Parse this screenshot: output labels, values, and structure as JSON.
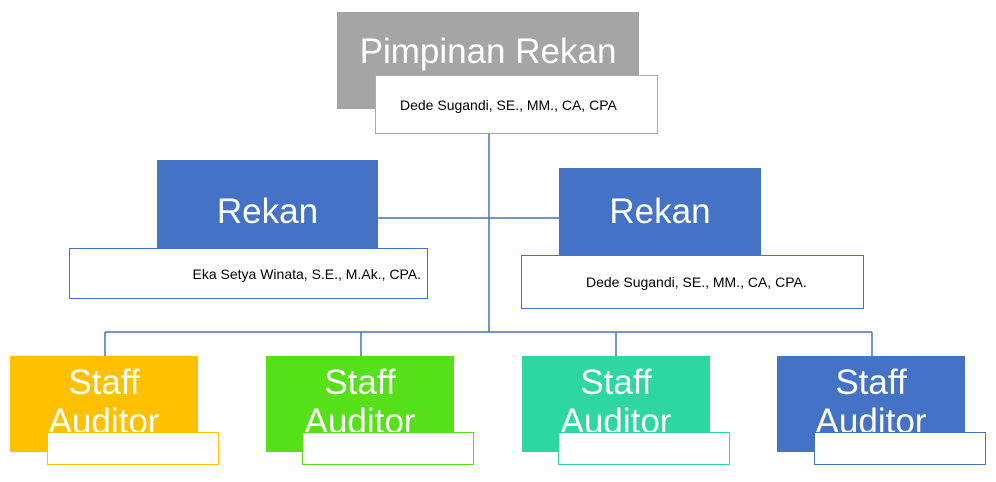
{
  "top": {
    "title": "Pimpinan Rekan",
    "name": "Dede Sugandi,  SE., MM., CA, CPA"
  },
  "partners": [
    {
      "title": "Rekan",
      "name": "Eka Setya Winata, S.E., M.Ak.,  CPA."
    },
    {
      "title": "Rekan",
      "name": "Dede Sugandi,  SE., MM., CA, CPA."
    }
  ],
  "staff": [
    {
      "title_line1": "Staff",
      "title_line2": "Auditor",
      "name": ""
    },
    {
      "title_line1": "Staff",
      "title_line2": "Auditor",
      "name": ""
    },
    {
      "title_line1": "Staff",
      "title_line2": "Auditor",
      "name": ""
    },
    {
      "title_line1": "Staff",
      "title_line2": "Auditor",
      "name": ""
    }
  ],
  "colors": {
    "top": "#a5a5a5",
    "partner": "#4472c4",
    "staff": [
      "#ffc000",
      "#55e01a",
      "#2ed6a0",
      "#4472c4"
    ],
    "connector": "#4472c4"
  }
}
